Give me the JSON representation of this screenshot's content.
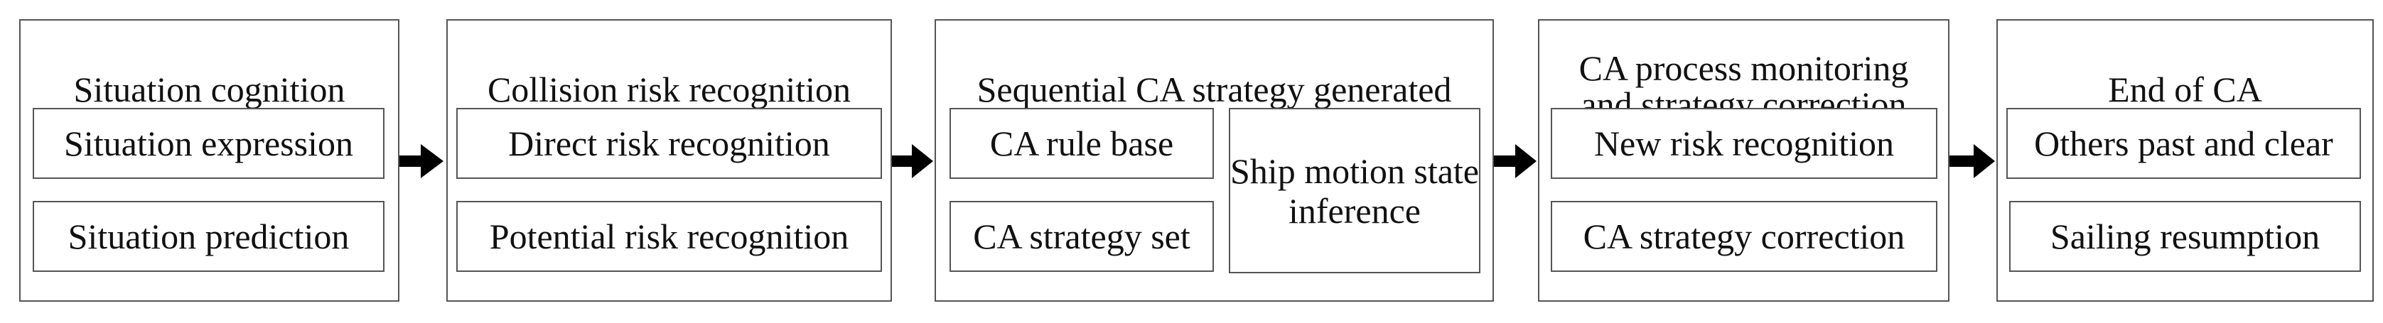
{
  "stages": [
    {
      "title": "Situation cognition",
      "items": [
        "Situation expression",
        "Situation prediction"
      ]
    },
    {
      "title": "Collision risk recognition",
      "items": [
        "Direct risk recognition",
        "Potential risk recognition"
      ]
    },
    {
      "title": "Sequential CA strategy generated",
      "items": [
        "CA rule base",
        "CA strategy set",
        "Ship motion state inference"
      ]
    },
    {
      "title_line1": "CA process monitoring",
      "title_line2": "and strategy correction",
      "items": [
        "New risk recognition",
        "CA strategy correction"
      ]
    },
    {
      "title": "End of CA",
      "items": [
        "Others past and clear",
        "Sailing resumption"
      ]
    }
  ]
}
